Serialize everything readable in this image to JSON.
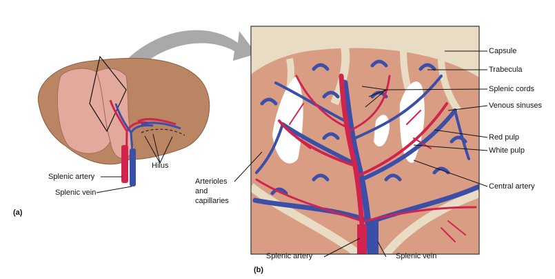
{
  "panel_a": {
    "panel_label": "(a)",
    "labels": {
      "hilus": "Hilus",
      "splenic_artery": "Splenic artery",
      "splenic_vein": "Splenic vein"
    }
  },
  "panel_b": {
    "panel_label": "(b)",
    "labels": {
      "capsule": "Capsule",
      "trabecula": "Trabecula",
      "splenic_cords": "Splenic cords",
      "venous_sinuses": "Venous sinuses",
      "red_pulp": "Red pulp",
      "white_pulp": "White pulp",
      "central_artery": "Central artery",
      "arterioles_1": "Arterioles",
      "arterioles_2": "and",
      "arterioles_3": "capillaries",
      "splenic_artery": "Splenic artery",
      "splenic_vein": "Splenic vein"
    }
  },
  "colors": {
    "spleen_body": "#b98562",
    "spleen_section": "#e2a99c",
    "capsule": "#e8dcc4",
    "tissue": "#d99d84",
    "artery": "#d0234e",
    "vein": "#3b4fa8",
    "white_pulp": "#ffffff",
    "arrow": "#a9a9a9"
  }
}
